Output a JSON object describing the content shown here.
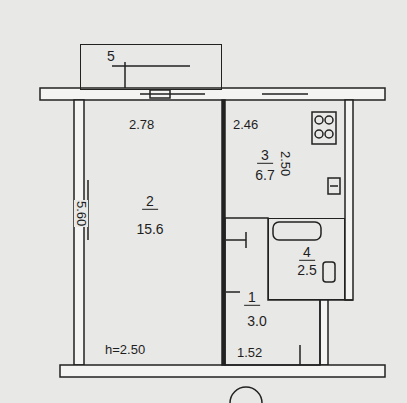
{
  "diagram": {
    "nodes": [
      {
        "text": [
          "5"
        ]
      },
      {
        "text": [
          "2",
          "15.6"
        ]
      },
      {
        "text": [
          "3",
          "6.7"
        ]
      },
      {
        "text": [
          "4",
          "2.5"
        ]
      },
      {
        "text": [
          "1",
          "3.0"
        ]
      }
    ],
    "labels": [
      "2.78",
      "2.46",
      "2.50",
      "5.60",
      "h=2.50",
      "1.52"
    ]
  }
}
